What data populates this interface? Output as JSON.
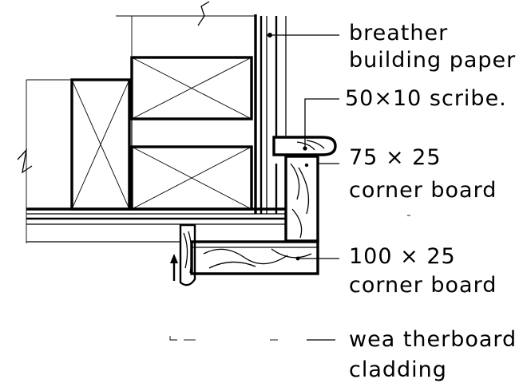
{
  "labels": [
    {
      "id": "breather",
      "lines": [
        "breather",
        "building paper"
      ]
    },
    {
      "id": "scribe",
      "lines": [
        "50×10 scribe."
      ]
    },
    {
      "id": "corner75",
      "lines": [
        "75 × 25",
        "corner board"
      ]
    },
    {
      "id": "corner100",
      "lines": [
        "100 × 25",
        "corner board"
      ]
    },
    {
      "id": "weatherboard",
      "lines": [
        "wea therboard",
        "cladding"
      ]
    }
  ]
}
